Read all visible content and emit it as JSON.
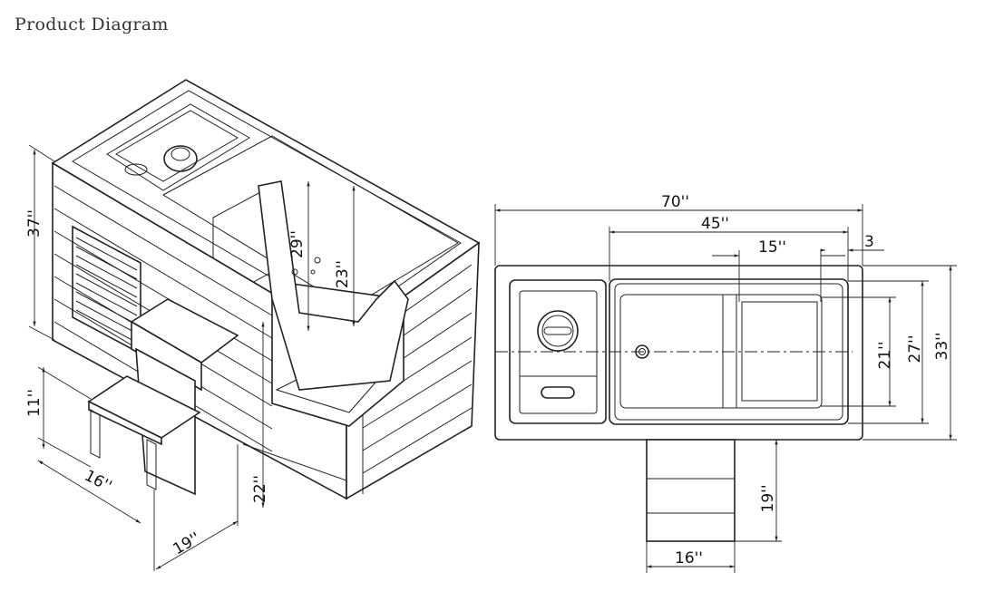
{
  "title": "Product Diagram",
  "iso_view": {
    "height_total": "37''",
    "inner_depth": "29''",
    "seat_depth": "23''",
    "step_height": "11''",
    "step_depth": "16''",
    "step_width": "19''",
    "door_sill": "22''"
  },
  "top_view": {
    "length_total": "70''",
    "tub_length": "45''",
    "seat_length": "15''",
    "rim_offset": "3",
    "inner_width": "21''",
    "tub_width": "27''",
    "width_total": "33''",
    "step_width": "19''",
    "step_depth": "16''"
  }
}
